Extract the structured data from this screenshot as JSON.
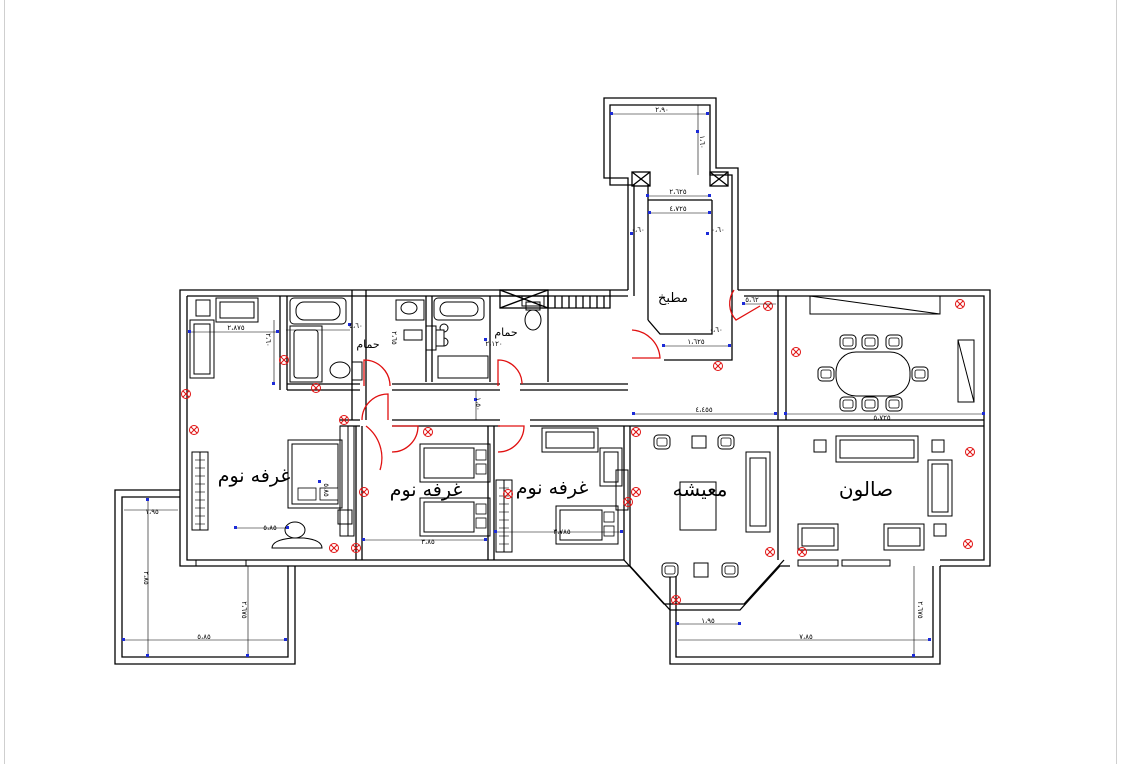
{
  "plan": {
    "rooms": {
      "bath_1": "حمام",
      "bath_2": "حمام",
      "kitchen": "مطبخ",
      "bedroom_1": "غرفه نوم",
      "bedroom_2": "غرفه نوم",
      "bedroom_3": "غرفه نوم",
      "living": "معيشه",
      "salon": "صالون"
    },
    "dimensions": {
      "kitchen_top": "٢،٩٠",
      "kitchen_side": "١،٦٠",
      "kitchen_a": "٢،٦٢٥",
      "kitchen_b": "٤،٧٢٥",
      "kitchen_c": "٠،٦٠",
      "kitchen_d": "٠،٦٠",
      "kitchen_e": "٠،٦٠",
      "kitchen_f": "١،٦٢٥",
      "wall_a": "٥،٦٢",
      "bed1_top": "٢،٨٧٥",
      "bed1_side": "٢،٦٠",
      "bath1_w": "٥،٦٠",
      "bath1_side": "٢،٦٥",
      "bath2_w": "٢،١٢٠",
      "corridor": "١،٥٠",
      "living_w": "٤،٤٥٥",
      "salon_w": "٥،٧٢٥",
      "bed1_bottom": "٥،٨٥",
      "bed1_side2": "٥،٨٥",
      "bed2_bottom": "٣،٨٥",
      "bed3_bottom": "٣،٧٨٥",
      "balcony_l_top": "١،٩٥",
      "balcony_l_side": "٢،٨٥",
      "balcony_l_side2": "٢،٦٧٥",
      "balcony_l_bottom": "٥،٨٥",
      "balcony_r_a": "١،٩٥",
      "balcony_r_b": "٧،٨٥",
      "balcony_r_side": "٢،٦٧٥"
    }
  }
}
